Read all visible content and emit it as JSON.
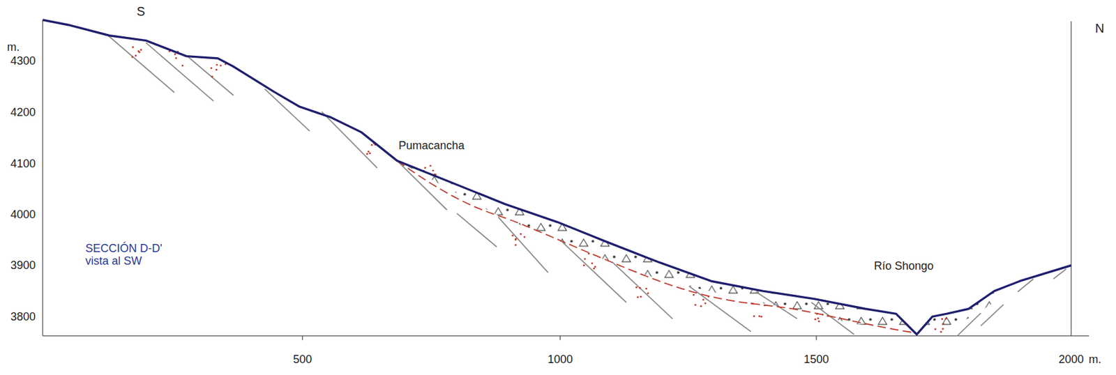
{
  "diagram": {
    "labels": [
      "m.",
      "4300",
      "4200",
      "4100",
      "4000",
      "3900",
      "3800",
      "S",
      "N",
      "Pumacancha",
      "SECCIÓN D-D' vista al SW",
      "Río Shongo",
      "500",
      "1000",
      "1500",
      "2000",
      "m."
    ]
  }
}
